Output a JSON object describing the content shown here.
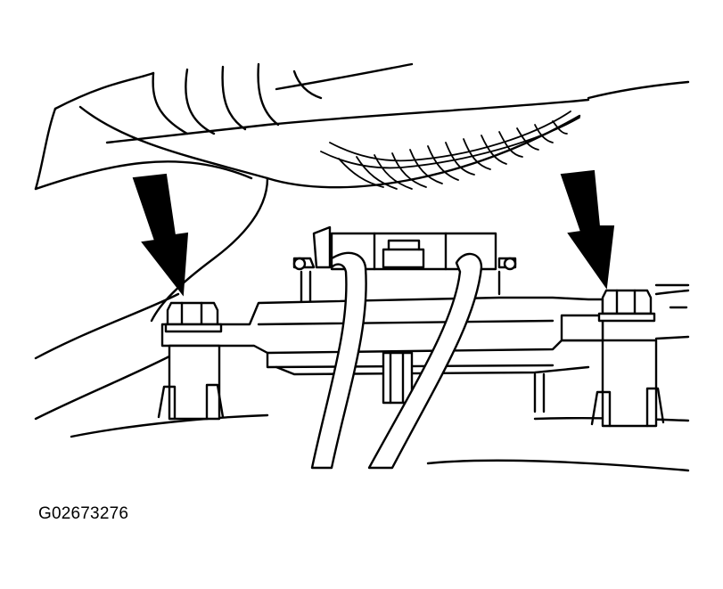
{
  "figure": {
    "id_label": "G02673276"
  },
  "callouts": [
    {
      "name": "left-fastener-arrow",
      "target": "left-mounting-bolt"
    },
    {
      "name": "right-fastener-arrow",
      "target": "right-mounting-bolt"
    }
  ],
  "colors": {
    "line": "#000000",
    "background": "#ffffff"
  }
}
